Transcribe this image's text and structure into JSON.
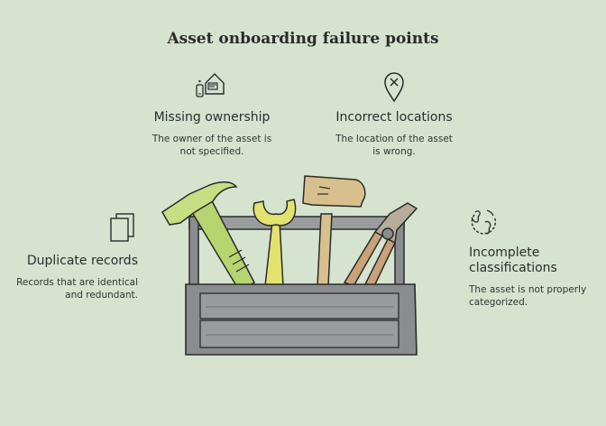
{
  "title": "Asset onboarding failure points",
  "points": [
    {
      "heading": "Missing ownership",
      "desc_line1": "The owner of the asset is",
      "desc_line2": "not specified.",
      "icon": "house-phone-icon"
    },
    {
      "heading": "Incorrect locations",
      "desc_line1": "The location of the asset",
      "desc_line2": "is wrong.",
      "icon": "location-pin-x-icon"
    },
    {
      "heading": "Duplicate records",
      "desc_line1": "Records that are identical",
      "desc_line2": "and redundant.",
      "icon": "duplicate-documents-icon"
    },
    {
      "heading_line1": "Incomplete",
      "heading_line2": "classifications",
      "desc_line1": "The asset is not properly",
      "desc_line2": "categorized.",
      "icon": "globe-icon"
    }
  ],
  "colors": {
    "background": "#d5e3cf",
    "toolbox": "#8a8d90",
    "hammer": "#b6d46f",
    "wrench": "#e2e36f",
    "mallet": "#d8c08e",
    "pliers": "#c9a27a"
  }
}
